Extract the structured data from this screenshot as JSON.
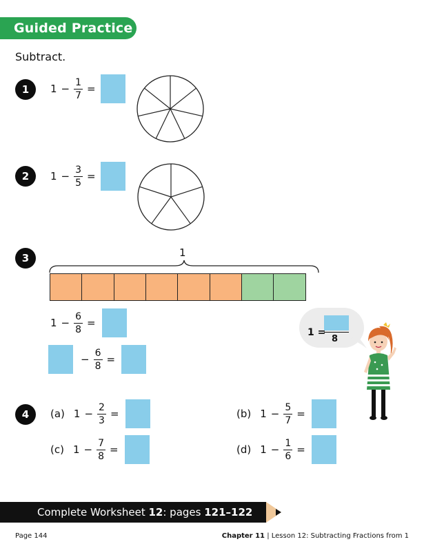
{
  "header": {
    "banner": "Guided Practice",
    "instruction": "Subtract."
  },
  "q1": {
    "num": "1",
    "whole": "1",
    "minus": "−",
    "numerator": "1",
    "denominator": "7",
    "equals": "=",
    "circle_parts": 7
  },
  "q2": {
    "num": "2",
    "whole": "1",
    "minus": "−",
    "numerator": "3",
    "denominator": "5",
    "equals": "=",
    "circle_parts": 5
  },
  "q3": {
    "num": "3",
    "brace_label": "1",
    "bar": {
      "total_parts": 8,
      "shaded_orange": 6,
      "shaded_green": 2,
      "orange": "#f9b47d",
      "green": "#9fd4a0"
    },
    "line1": {
      "whole": "1",
      "minus": "−",
      "numerator": "6",
      "denominator": "8",
      "equals": "="
    },
    "line2": {
      "minus": "−",
      "numerator": "6",
      "denominator": "8",
      "equals": "="
    },
    "bubble": {
      "lhs": "1 =",
      "denominator": "8"
    }
  },
  "q4": {
    "num": "4",
    "items": [
      {
        "label": "(a)",
        "whole": "1",
        "minus": "−",
        "numerator": "2",
        "denominator": "3",
        "equals": "="
      },
      {
        "label": "(b)",
        "whole": "1",
        "minus": "−",
        "numerator": "5",
        "denominator": "7",
        "equals": "="
      },
      {
        "label": "(c)",
        "whole": "1",
        "minus": "−",
        "numerator": "7",
        "denominator": "8",
        "equals": "="
      },
      {
        "label": "(d)",
        "whole": "1",
        "minus": "−",
        "numerator": "1",
        "denominator": "6",
        "equals": "="
      }
    ]
  },
  "footer": {
    "prefix": "Complete Worksheet ",
    "worksheet": "12",
    "middle": ": pages ",
    "pages": "121–122"
  },
  "page_left": "Page 144",
  "page_right_bold": "Chapter 11",
  "page_right": " | Lesson 12: Subtracting Fractions from 1",
  "colors": {
    "answer_box": "#89cdea",
    "banner": "#2aa452"
  }
}
